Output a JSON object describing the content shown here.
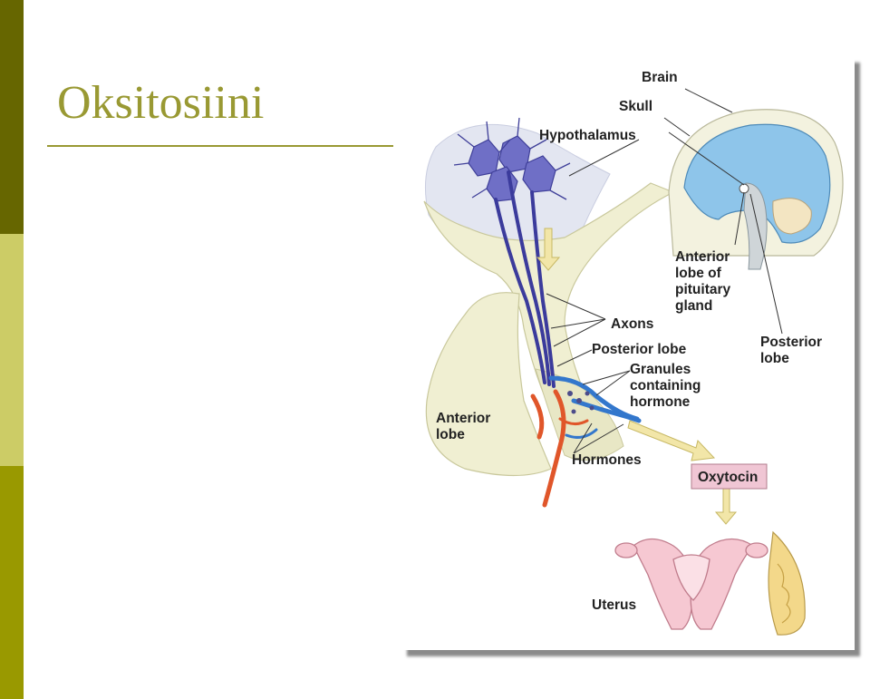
{
  "slide": {
    "title": "Oksitosiini"
  },
  "diagram": {
    "labels": {
      "brain": "Brain",
      "skull": "Skull",
      "hypothalamus": "Hypothalamus",
      "anterior_lobe_pituitary": [
        "Anterior",
        "lobe of",
        "pituitary",
        "gland"
      ],
      "axons": "Axons",
      "posterior_lobe": "Posterior lobe",
      "posterior_lobe_small": [
        "Posterior",
        "lobe"
      ],
      "granules": [
        "Granules",
        "containing",
        "hormone"
      ],
      "anterior_lobe": [
        "Anterior",
        "lobe"
      ],
      "hormones": "Hormones",
      "oxytocin": "Oxytocin",
      "uterus": "Uterus"
    }
  },
  "colors": {
    "accent": "#999933",
    "bar_dark": "#666600",
    "bar_light": "#cccc66",
    "bar_mid": "#999900"
  }
}
